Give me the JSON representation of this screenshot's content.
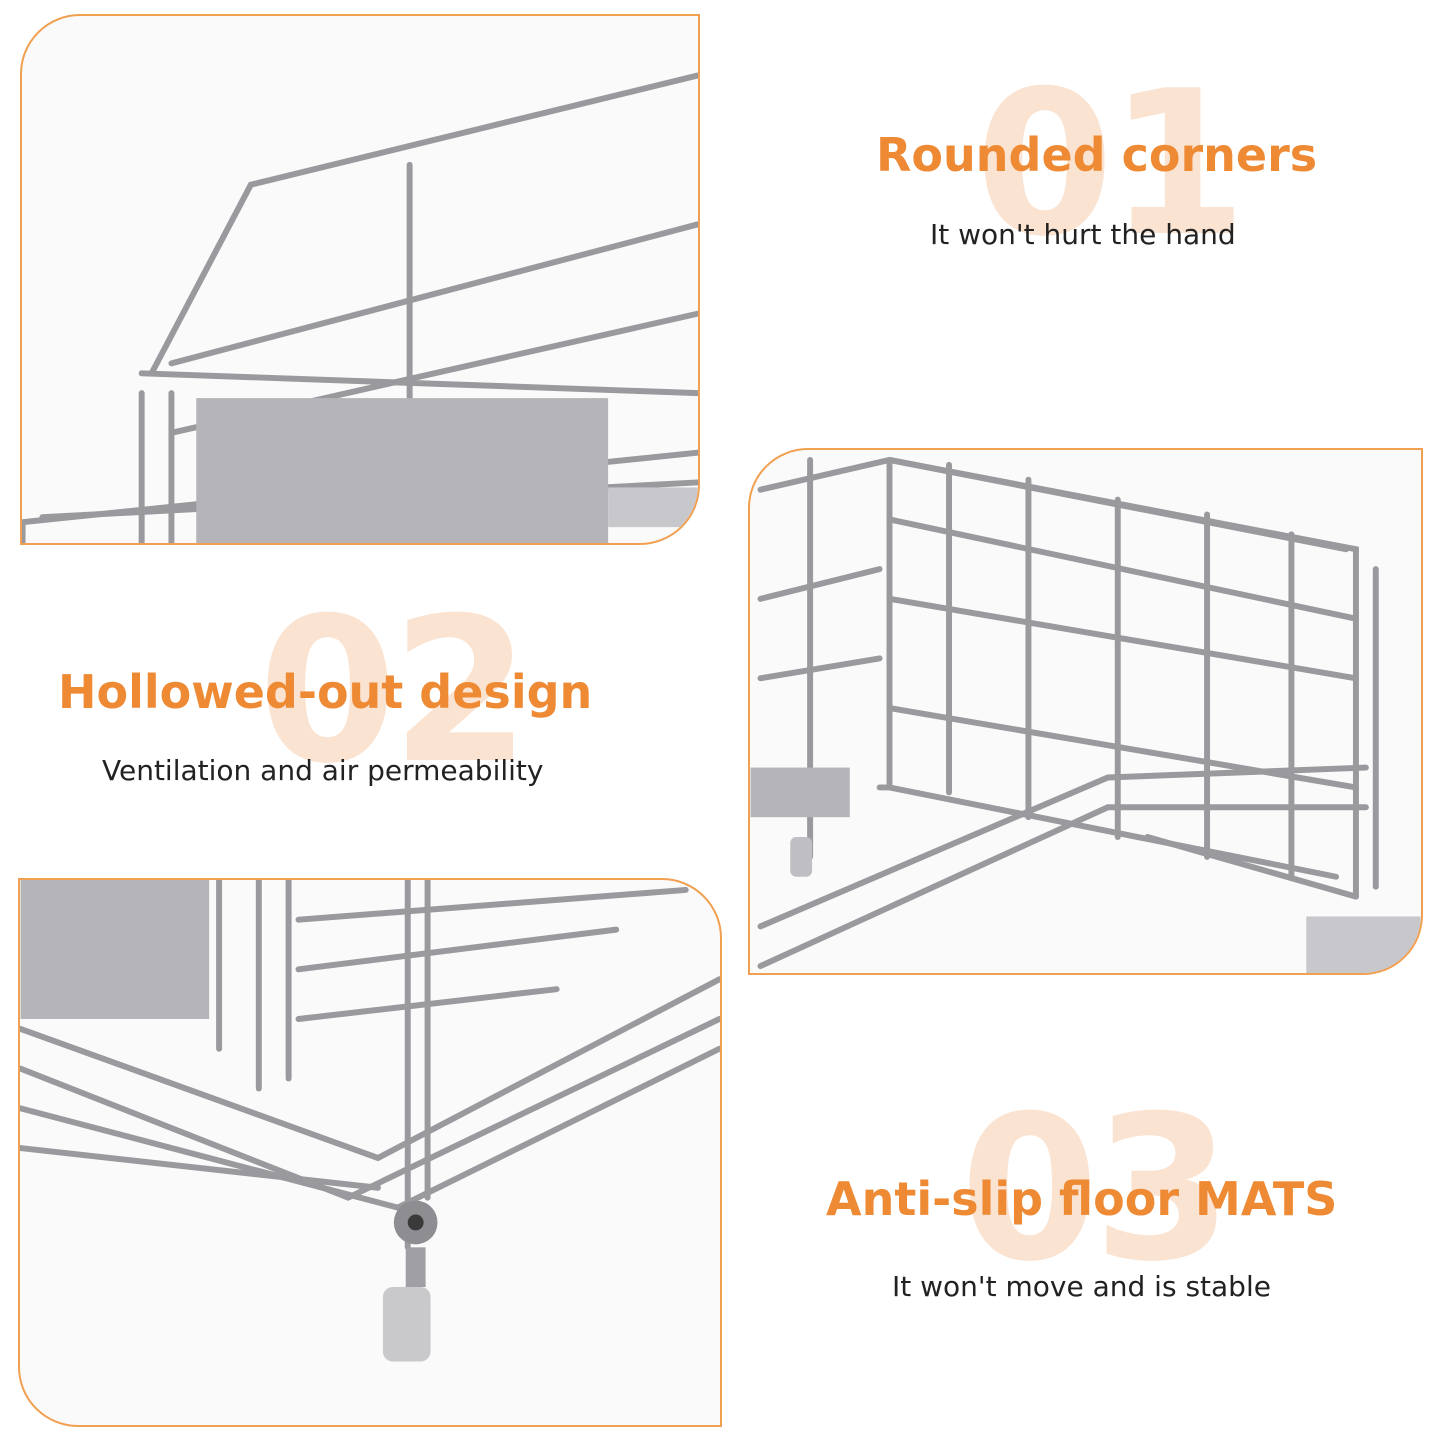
{
  "features": [
    {
      "number": "01",
      "title": "Rounded corners",
      "subtitle": "It won't hurt the hand"
    },
    {
      "number": "02",
      "title": "Hollowed-out design",
      "subtitle": "Ventilation and air permeability"
    },
    {
      "number": "03",
      "title": "Anti-slip floor MATS",
      "subtitle": "It won't move and is stable"
    }
  ],
  "colors": {
    "accent": "#ee8a34",
    "border": "#f0a050",
    "number_watermark": "#fbe3d1"
  }
}
